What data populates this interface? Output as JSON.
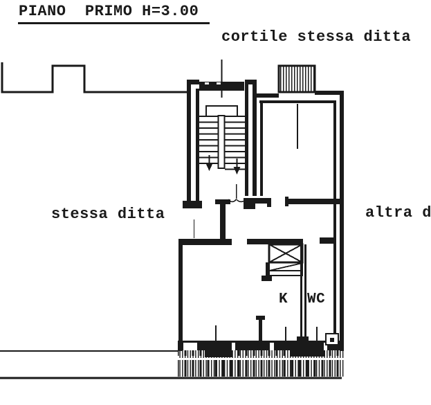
{
  "paper_color": "#ffffff",
  "ink_color": "#1a1a1a",
  "title": {
    "text": "PIANO  PRIMO H=3.00"
  },
  "labels": {
    "courtyard": "cortile stessa ditta",
    "left_neighbor": "stessa ditta",
    "right_neighbor": "altra d",
    "kitchen": "K",
    "wc": "WC"
  },
  "plan": {
    "kind": "architectural-floor-plan",
    "floor": "PIANO PRIMO",
    "height_note": "H=3.00",
    "rooms_labeled": [
      "K",
      "WC"
    ]
  }
}
